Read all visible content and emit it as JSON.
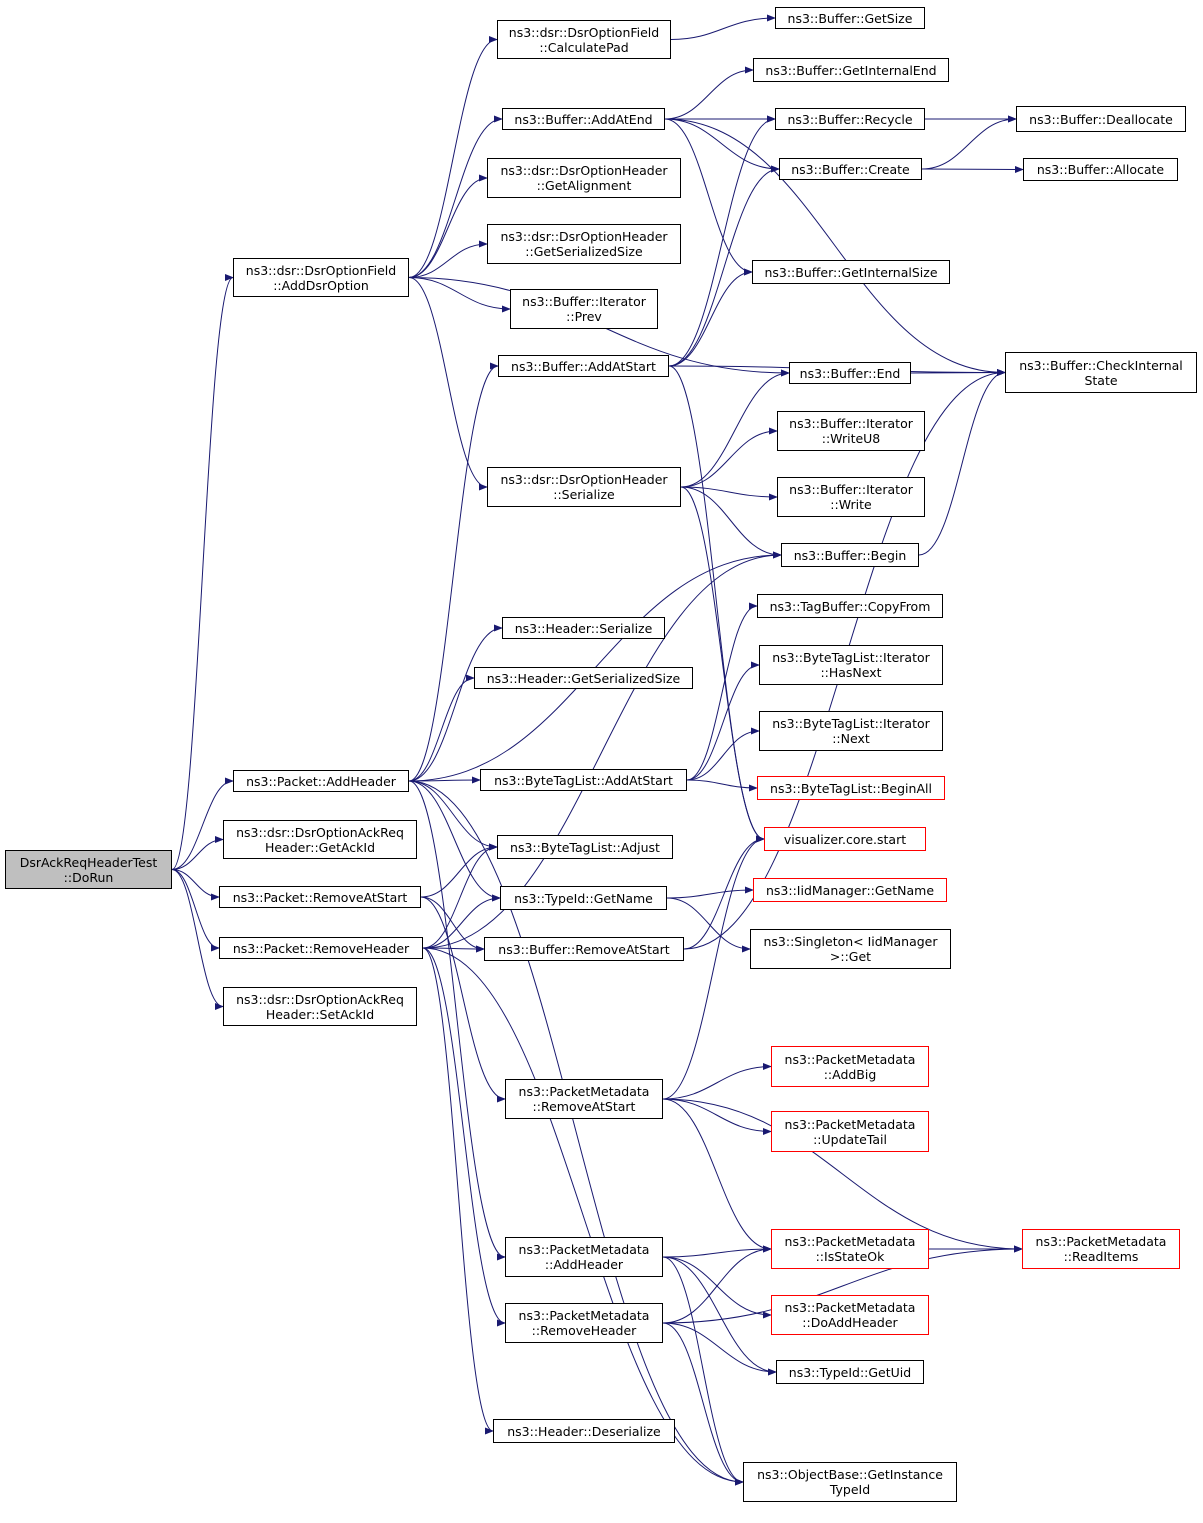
{
  "graph": {
    "edge_color": "#191970",
    "root_fill": "#bfbfbf",
    "incomplete_border": "#ff0000",
    "nodes": {
      "root": {
        "lines": [
          "DsrAckReqHeaderTest",
          "::DoRun"
        ],
        "root": true
      },
      "addDsrOption": {
        "lines": [
          "ns3::dsr::DsrOptionField",
          "::AddDsrOption"
        ]
      },
      "pktAddHeader": {
        "lines": [
          "ns3::Packet::AddHeader"
        ]
      },
      "getAckId": {
        "lines": [
          "ns3::dsr::DsrOptionAckReq",
          "Header::GetAckId"
        ]
      },
      "pktRemoveAtStart": {
        "lines": [
          "ns3::Packet::RemoveAtStart"
        ]
      },
      "pktRemoveHeader": {
        "lines": [
          "ns3::Packet::RemoveHeader"
        ]
      },
      "setAckId": {
        "lines": [
          "ns3::dsr::DsrOptionAckReq",
          "Header::SetAckId"
        ]
      },
      "calcPad": {
        "lines": [
          "ns3::dsr::DsrOptionField",
          "::CalculatePad"
        ]
      },
      "addAtEnd": {
        "lines": [
          "ns3::Buffer::AddAtEnd"
        ]
      },
      "getAlignment": {
        "lines": [
          "ns3::dsr::DsrOptionHeader",
          "::GetAlignment"
        ]
      },
      "optGetSerSize": {
        "lines": [
          "ns3::dsr::DsrOptionHeader",
          "::GetSerializedSize"
        ]
      },
      "iterPrev": {
        "lines": [
          "ns3::Buffer::Iterator",
          "::Prev"
        ]
      },
      "addAtStart": {
        "lines": [
          "ns3::Buffer::AddAtStart"
        ]
      },
      "optSerialize": {
        "lines": [
          "ns3::dsr::DsrOptionHeader",
          "::Serialize"
        ]
      },
      "hdrSerialize": {
        "lines": [
          "ns3::Header::Serialize"
        ]
      },
      "hdrGetSerSize": {
        "lines": [
          "ns3::Header::GetSerializedSize"
        ]
      },
      "btlAddAtStart": {
        "lines": [
          "ns3::ByteTagList::AddAtStart"
        ]
      },
      "btlAdjust": {
        "lines": [
          "ns3::ByteTagList::Adjust"
        ]
      },
      "typeGetName": {
        "lines": [
          "ns3::TypeId::GetName"
        ]
      },
      "bufRemoveAtStart": {
        "lines": [
          "ns3::Buffer::RemoveAtStart"
        ]
      },
      "pmRemoveAtStart": {
        "lines": [
          "ns3::PacketMetadata",
          "::RemoveAtStart"
        ]
      },
      "pmAddHeader": {
        "lines": [
          "ns3::PacketMetadata",
          "::AddHeader"
        ]
      },
      "pmRemoveHeader": {
        "lines": [
          "ns3::PacketMetadata",
          "::RemoveHeader"
        ]
      },
      "hdrDeserialize": {
        "lines": [
          "ns3::Header::Deserialize"
        ]
      },
      "getSize": {
        "lines": [
          "ns3::Buffer::GetSize"
        ]
      },
      "getInternalEnd": {
        "lines": [
          "ns3::Buffer::GetInternalEnd"
        ]
      },
      "recycle": {
        "lines": [
          "ns3::Buffer::Recycle"
        ]
      },
      "create": {
        "lines": [
          "ns3::Buffer::Create"
        ]
      },
      "getInternalSize": {
        "lines": [
          "ns3::Buffer::GetInternalSize"
        ]
      },
      "bufEnd": {
        "lines": [
          "ns3::Buffer::End"
        ]
      },
      "writeU8": {
        "lines": [
          "ns3::Buffer::Iterator",
          "::WriteU8"
        ]
      },
      "write": {
        "lines": [
          "ns3::Buffer::Iterator",
          "::Write"
        ]
      },
      "bufBegin": {
        "lines": [
          "ns3::Buffer::Begin"
        ]
      },
      "copyFrom": {
        "lines": [
          "ns3::TagBuffer::CopyFrom"
        ]
      },
      "hasNext": {
        "lines": [
          "ns3::ByteTagList::Iterator",
          "::HasNext"
        ]
      },
      "next": {
        "lines": [
          "ns3::ByteTagList::Iterator",
          "::Next"
        ]
      },
      "beginAll": {
        "lines": [
          "ns3::ByteTagList::BeginAll"
        ],
        "red": true
      },
      "vizStart": {
        "lines": [
          "visualizer.core.start"
        ],
        "red": true
      },
      "iidGetName": {
        "lines": [
          "ns3::IidManager::GetName"
        ],
        "red": true
      },
      "singletonGet": {
        "lines": [
          "ns3::Singleton< IidManager",
          ">::Get"
        ]
      },
      "addBig": {
        "lines": [
          "ns3::PacketMetadata",
          "::AddBig"
        ],
        "red": true
      },
      "updateTail": {
        "lines": [
          "ns3::PacketMetadata",
          "::UpdateTail"
        ],
        "red": true
      },
      "isStateOk": {
        "lines": [
          "ns3::PacketMetadata",
          "::IsStateOk"
        ],
        "red": true
      },
      "doAddHeader": {
        "lines": [
          "ns3::PacketMetadata",
          "::DoAddHeader"
        ],
        "red": true
      },
      "getUid": {
        "lines": [
          "ns3::TypeId::GetUid"
        ]
      },
      "getInstanceTypeId": {
        "lines": [
          "ns3::ObjectBase::GetInstance",
          "TypeId"
        ]
      },
      "deallocate": {
        "lines": [
          "ns3::Buffer::Deallocate"
        ]
      },
      "allocate": {
        "lines": [
          "ns3::Buffer::Allocate"
        ]
      },
      "checkInternalState": {
        "lines": [
          "ns3::Buffer::CheckInternal",
          "State"
        ]
      },
      "readItems": {
        "lines": [
          "ns3::PacketMetadata",
          "::ReadItems"
        ],
        "red": true
      }
    },
    "edges": [
      [
        "root",
        "addDsrOption"
      ],
      [
        "root",
        "pktAddHeader"
      ],
      [
        "root",
        "getAckId"
      ],
      [
        "root",
        "pktRemoveAtStart"
      ],
      [
        "root",
        "pktRemoveHeader"
      ],
      [
        "root",
        "setAckId"
      ],
      [
        "addDsrOption",
        "calcPad"
      ],
      [
        "addDsrOption",
        "addAtEnd"
      ],
      [
        "addDsrOption",
        "getAlignment"
      ],
      [
        "addDsrOption",
        "optGetSerSize"
      ],
      [
        "addDsrOption",
        "iterPrev"
      ],
      [
        "addDsrOption",
        "optSerialize"
      ],
      [
        "addDsrOption",
        "bufEnd"
      ],
      [
        "calcPad",
        "getSize"
      ],
      [
        "addAtEnd",
        "getInternalEnd"
      ],
      [
        "addAtEnd",
        "recycle"
      ],
      [
        "addAtEnd",
        "create"
      ],
      [
        "addAtEnd",
        "getInternalSize"
      ],
      [
        "addAtEnd",
        "checkInternalState"
      ],
      [
        "recycle",
        "deallocate"
      ],
      [
        "create",
        "deallocate"
      ],
      [
        "create",
        "allocate"
      ],
      [
        "addAtStart",
        "create"
      ],
      [
        "addAtStart",
        "recycle"
      ],
      [
        "addAtStart",
        "getInternalSize"
      ],
      [
        "addAtStart",
        "checkInternalState"
      ],
      [
        "addAtStart",
        "vizStart"
      ],
      [
        "bufEnd",
        "checkInternalState"
      ],
      [
        "optSerialize",
        "bufEnd"
      ],
      [
        "optSerialize",
        "writeU8"
      ],
      [
        "optSerialize",
        "write"
      ],
      [
        "optSerialize",
        "bufBegin"
      ],
      [
        "optSerialize",
        "vizStart"
      ],
      [
        "bufBegin",
        "checkInternalState"
      ],
      [
        "pktAddHeader",
        "addAtStart"
      ],
      [
        "pktAddHeader",
        "hdrSerialize"
      ],
      [
        "pktAddHeader",
        "hdrGetSerSize"
      ],
      [
        "pktAddHeader",
        "bufBegin"
      ],
      [
        "pktAddHeader",
        "btlAddAtStart"
      ],
      [
        "pktAddHeader",
        "btlAdjust"
      ],
      [
        "pktAddHeader",
        "typeGetName"
      ],
      [
        "pktAddHeader",
        "pmAddHeader"
      ],
      [
        "pktAddHeader",
        "getInstanceTypeId"
      ],
      [
        "btlAddAtStart",
        "copyFrom"
      ],
      [
        "btlAddAtStart",
        "hasNext"
      ],
      [
        "btlAddAtStart",
        "next"
      ],
      [
        "btlAddAtStart",
        "beginAll"
      ],
      [
        "typeGetName",
        "iidGetName"
      ],
      [
        "typeGetName",
        "singletonGet"
      ],
      [
        "pktRemoveAtStart",
        "btlAdjust"
      ],
      [
        "pktRemoveAtStart",
        "bufRemoveAtStart"
      ],
      [
        "pktRemoveAtStart",
        "pmRemoveAtStart"
      ],
      [
        "pktRemoveHeader",
        "btlAdjust"
      ],
      [
        "pktRemoveHeader",
        "typeGetName"
      ],
      [
        "pktRemoveHeader",
        "bufRemoveAtStart"
      ],
      [
        "pktRemoveHeader",
        "pmRemoveHeader"
      ],
      [
        "pktRemoveHeader",
        "hdrDeserialize"
      ],
      [
        "pktRemoveHeader",
        "getInstanceTypeId"
      ],
      [
        "pktRemoveHeader",
        "bufBegin"
      ],
      [
        "bufRemoveAtStart",
        "checkInternalState"
      ],
      [
        "bufRemoveAtStart",
        "vizStart"
      ],
      [
        "pmRemoveAtStart",
        "addBig"
      ],
      [
        "pmRemoveAtStart",
        "updateTail"
      ],
      [
        "pmRemoveAtStart",
        "isStateOk"
      ],
      [
        "pmRemoveAtStart",
        "readItems"
      ],
      [
        "pmRemoveAtStart",
        "vizStart"
      ],
      [
        "pmAddHeader",
        "isStateOk"
      ],
      [
        "pmAddHeader",
        "doAddHeader"
      ],
      [
        "pmAddHeader",
        "getUid"
      ],
      [
        "pmAddHeader",
        "getInstanceTypeId"
      ],
      [
        "pmRemoveHeader",
        "isStateOk"
      ],
      [
        "pmRemoveHeader",
        "getUid"
      ],
      [
        "pmRemoveHeader",
        "readItems"
      ],
      [
        "pmRemoveHeader",
        "getInstanceTypeId"
      ],
      [
        "isStateOk",
        "readItems"
      ]
    ]
  }
}
